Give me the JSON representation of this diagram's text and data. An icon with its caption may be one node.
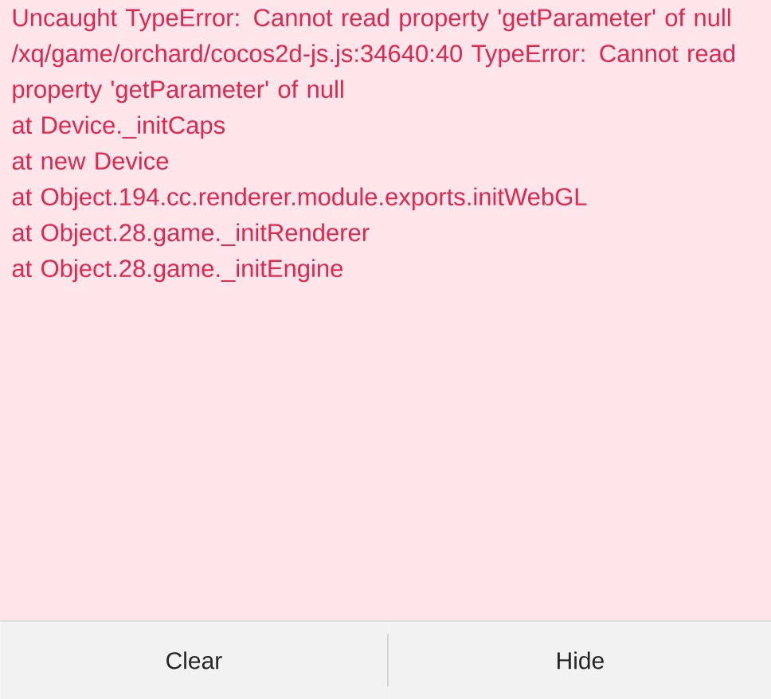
{
  "diagram": {
    "labels": [
      "Uncaught TypeError: Cannot read property 'getParameter' of null /xq/game/orchard/cocos2d-js.js:34640:40 TypeError: Cannot read property 'getParameter' of null",
      "at Device._initCaps",
      "at new Device",
      "at Object.194.cc.renderer.module.exports.initWebGL",
      "at Object.28.game._initRenderer",
      "at Object.28.game._initEngine",
      "Clear",
      "Hide"
    ]
  }
}
